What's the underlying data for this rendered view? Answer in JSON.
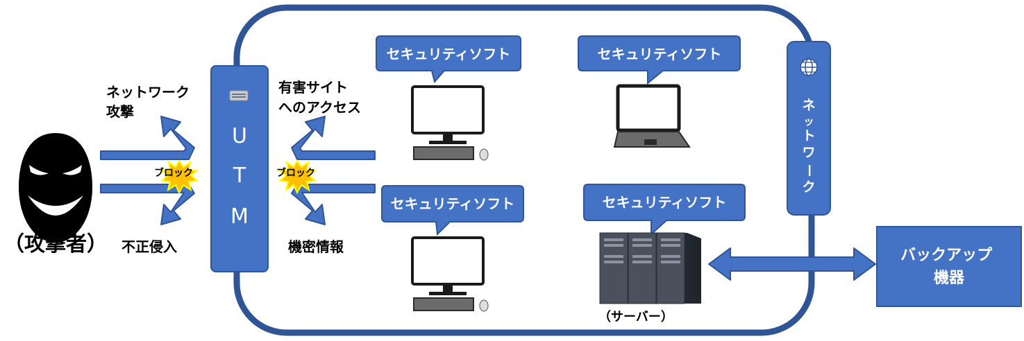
{
  "attacker": {
    "label": "（攻撃者）",
    "icon": "villain-mask-icon"
  },
  "attack_labels": {
    "network_attack": [
      "ネットワーク",
      "攻撃"
    ],
    "intrusion": "不正侵入",
    "harmful_site": [
      "有害サイト",
      "へのアクセス"
    ],
    "confidential": "機密情報"
  },
  "blocks": {
    "left": "ブロック",
    "right": "ブロック"
  },
  "utm": {
    "letters": [
      "U",
      "T",
      "M"
    ],
    "icon": "switch-hub-icon"
  },
  "network": {
    "label": [
      "ネ",
      "ッ",
      "ト",
      "ワ",
      "ー",
      "ク"
    ],
    "icon": "globe-icon"
  },
  "callouts": {
    "pc1": "セキュリティソフト",
    "laptop": "セキュリティソフト",
    "pc2": "セキュリティソフト",
    "server": "セキュリティソフト"
  },
  "server": {
    "caption": "（サーバー）"
  },
  "backup": {
    "label": [
      "バックアップ",
      "機器"
    ]
  },
  "colors": {
    "primary_blue": "#4472c4",
    "frame_blue": "#2f5597",
    "burst_yellow": "#ffc000",
    "burst_edge": "#ffff00"
  }
}
